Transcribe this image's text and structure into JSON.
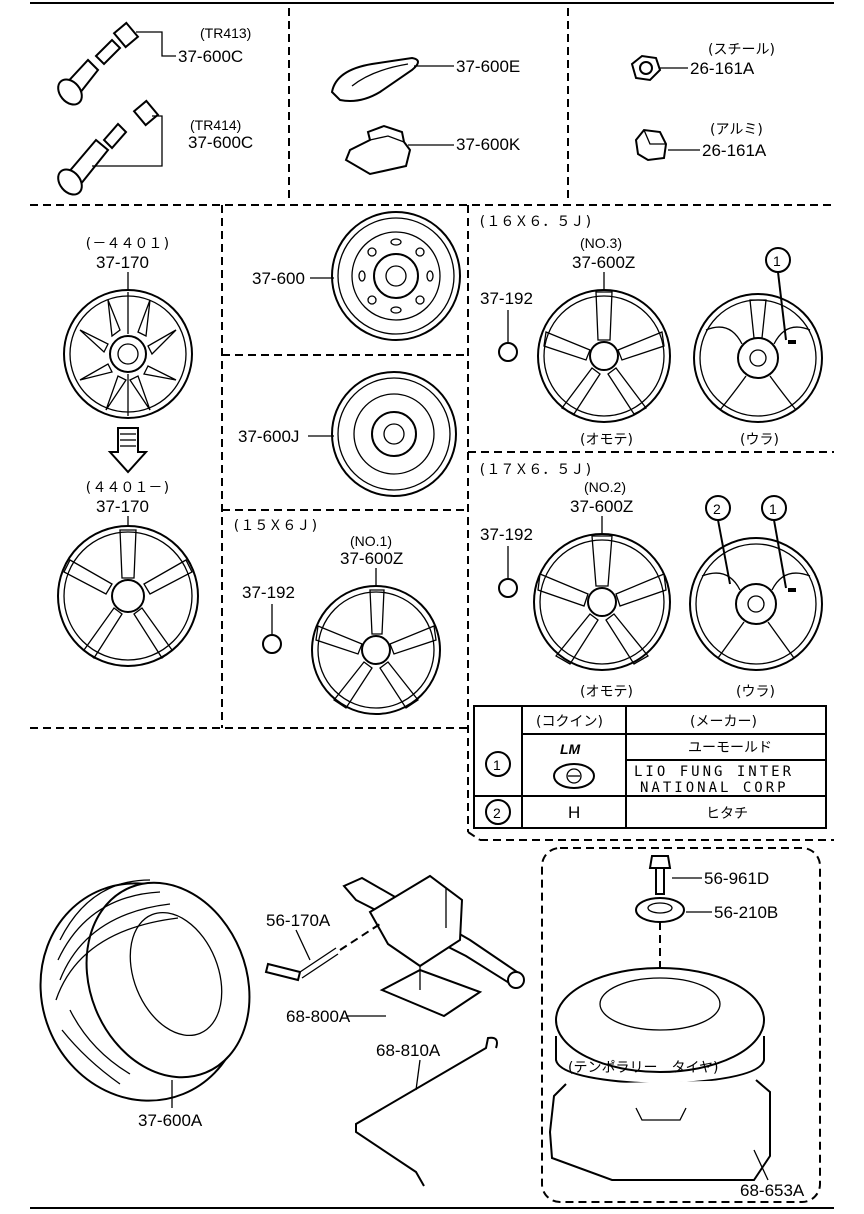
{
  "valves": {
    "v1": {
      "spec": "(TR413)",
      "part_no": "37-600C"
    },
    "v2": {
      "spec": "(TR414)",
      "part_no": "37-600C"
    }
  },
  "weights": {
    "w1": "37-600E",
    "w2": "37-600K"
  },
  "nuts": {
    "n1": {
      "spec": "(スチール)",
      "part_no": "26-161A"
    },
    "n2": {
      "spec": "(アルミ)",
      "part_no": "26-161A"
    }
  },
  "wheel_cover": {
    "c1": {
      "range": "(－４４０１)",
      "part_no": "37-170"
    },
    "c2": {
      "range": "(４４０１－)",
      "part_no": "37-170"
    }
  },
  "steel_wheels": {
    "s1": "37-600",
    "s2": "37-600J"
  },
  "size_15": {
    "size": "(１５Ｘ６Ｊ)",
    "ornament": "37-192",
    "no": "(NO.1)",
    "part_no": "37-600Z"
  },
  "size_16": {
    "size": "(１６Ｘ６．５Ｊ)",
    "ornament": "37-192",
    "no": "(NO.3)",
    "part_no": "37-600Z",
    "front": "(オモテ)",
    "back": "(ウラ)",
    "callout": "1"
  },
  "size_17": {
    "size": "(１７Ｘ６．５Ｊ)",
    "ornament": "37-192",
    "no": "(NO.2)",
    "part_no": "37-600Z",
    "front": "(オモテ)",
    "back": "(ウラ)",
    "callout_a": "2",
    "callout_b": "1"
  },
  "maker_table": {
    "headers": [
      "(コクイン)",
      "(メーカー)"
    ],
    "rows": [
      {
        "num": "1",
        "mark": "LM",
        "maker": "ユーモールド"
      },
      {
        "num": "",
        "mark": "",
        "maker_lines": [
          "LIO FUNG INTER",
          "NATIONAL CORP"
        ]
      },
      {
        "num": "2",
        "mark": "H",
        "maker": "ヒタチ"
      }
    ]
  },
  "bottom": {
    "tire": "37-600A",
    "jack_bolt": "56-170A",
    "jack": "68-800A",
    "handle": "68-810A",
    "bolt": "56-961D",
    "washer": "56-210B",
    "temp_tire": "(テンポラリー　タイヤ)",
    "tray": "68-653A"
  }
}
